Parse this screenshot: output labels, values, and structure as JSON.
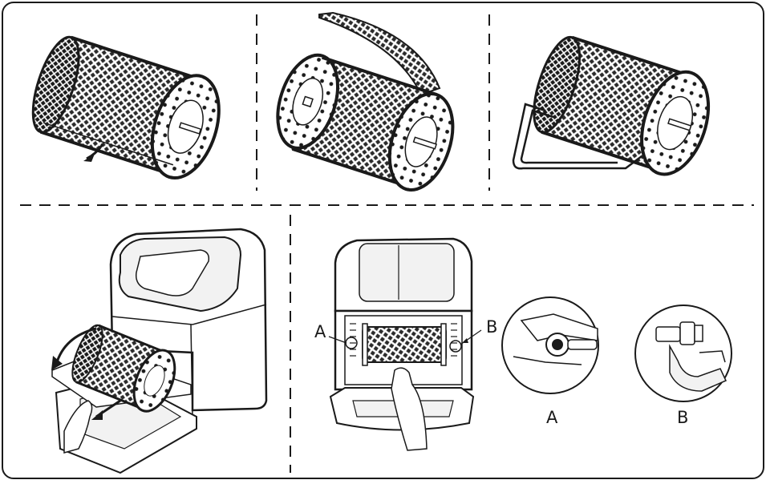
{
  "labels": {
    "callout_a": "A",
    "callout_b": "B",
    "detail_a": "A",
    "detail_b": "B"
  },
  "colors": {
    "line": "#1a1a1a",
    "mesh": "#2a2a2a",
    "fill_light": "#f2f2f2",
    "fill_white": "#ffffff"
  },
  "panels": [
    {
      "name": "basket-closed-latch",
      "icon": "rotisserie-basket-icon"
    },
    {
      "name": "basket-open-lid",
      "icon": "rotisserie-basket-open-icon"
    },
    {
      "name": "basket-with-handle",
      "icon": "rotisserie-handle-icon"
    },
    {
      "name": "insert-basket-into-oven",
      "icon": "air-fryer-oven-icon"
    },
    {
      "name": "basket-mount-points",
      "icon": "air-fryer-front-icon"
    }
  ]
}
